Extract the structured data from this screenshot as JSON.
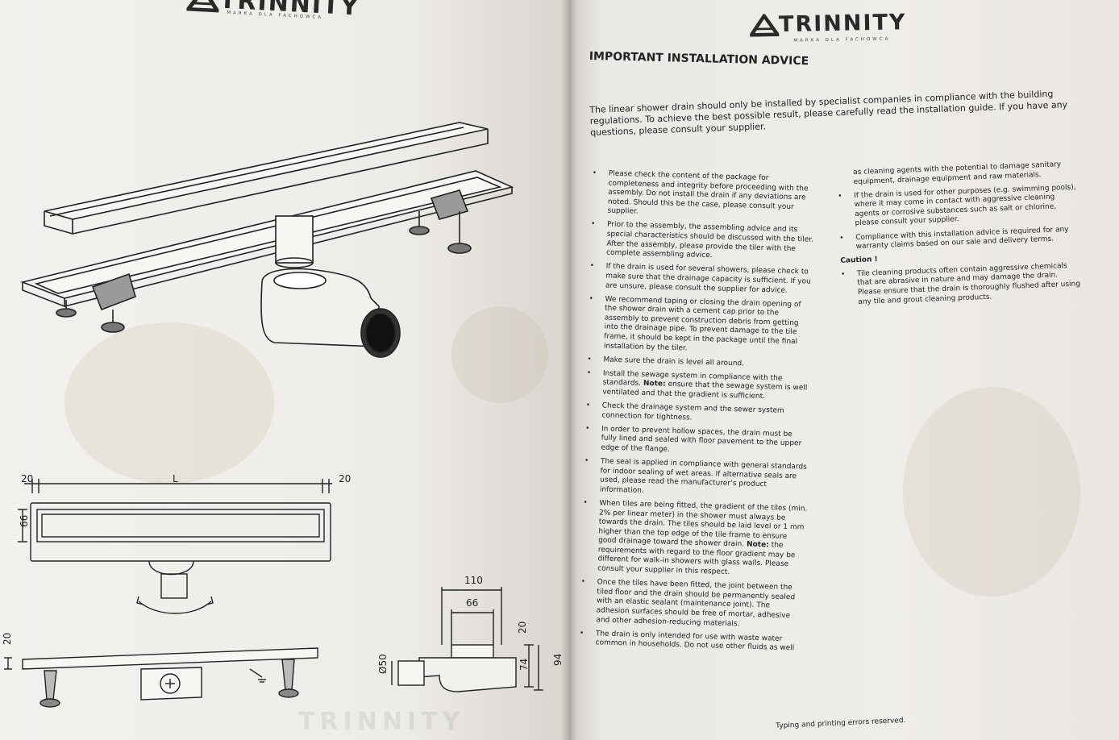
{
  "brand": {
    "name": "TRINNITY",
    "tagline": "MARKA DLA FACHOWCA"
  },
  "title": "IMPORTANT INSTALLATION ADVICE",
  "intro": "The linear shower drain should only be installed by specialist companies in compliance with the building regulations. To achieve the best possible result, please carefully read the installation guide. If you have any questions, please consult your supplier.",
  "column1": [
    {
      "text": "Please check the content of the package for completeness and integrity before proceeding with the assembly. Do not install the drain if any deviations are noted. Should this be the case, please consult your supplier."
    },
    {
      "text": "Prior to the assembly, the assembling advice and its special characteristics should be discussed with the tiler. After the assembly, please provide the tiler with the complete assembling advice."
    },
    {
      "text": "If the drain is used for several showers, please check to make sure that the drainage capacity is sufficient. If you are unsure, please consult the supplier for advice."
    },
    {
      "text": "We recommend taping or closing the drain opening of the shower drain with a cement cap prior to the assembly to prevent construction debris from getting into the drainage pipe. To prevent damage to the tile frame, it should be kept in the package until the final installation by the tiler."
    },
    {
      "text": "Make sure the drain is level all around."
    },
    {
      "text": "Install the sewage system in compliance with the standards.",
      "note_label": "Note:",
      "note": "ensure that the sewage system is well ventilated and that the gradient is sufficient."
    },
    {
      "text": "Check the drainage system and the sewer system connection for tightness."
    },
    {
      "text": "In order to prevent hollow spaces, the drain must be fully lined and sealed with floor pavement to the upper edge of the flange."
    },
    {
      "text": "The seal is applied in compliance with general standards for indoor sealing of wet areas. If alternative seals are used, please read the manufacturer’s product information."
    },
    {
      "text": "When tiles are being fitted, the gradient of the tiles (min. 2% per linear meter) in the shower must always be towards the drain. The tiles should be laid level or 1 mm higher than the top edge of the tile frame to ensure good drainage toward the shower drain.",
      "note_label": "Note:",
      "note": "the requirements with regard to the floor gradient may be different for walk-in showers with glass walls. Please consult your supplier in this respect."
    },
    {
      "text": "Once the tiles have been fitted, the joint between the tiled floor and the drain should be permanently sealed with an elastic sealant (maintenance joint). The adhesion surfaces should be free of mortar, adhesive and other adhesion-reducing materials."
    },
    {
      "text": "The drain is only intended for use with waste water common in households. Do not use other fluids as well"
    }
  ],
  "column2": {
    "continuation": "as cleaning agents with the potential to damage sanitary equipment, drainage equipment and raw materials.",
    "items": [
      {
        "text": "If the drain is used for other purposes (e.g. swimming pools), where it may come in contact with aggressive cleaning agents or corrosive substances such as salt or chlorine, please consult your supplier."
      },
      {
        "text": "Compliance with this installation advice is required for any warranty claims based on our sale and delivery terms."
      }
    ],
    "caution_label": "Caution !",
    "caution_items": [
      {
        "text": "Tile cleaning products often contain aggressive chemicals that are abrasive in nature and may damage the drain. Please ensure that the drain is thoroughly flushed after using any tile and grout cleaning products."
      }
    ]
  },
  "footer": "Typing and printing errors reserved.",
  "dimensions": {
    "left_margin": "20",
    "length": "L",
    "right_margin": "20",
    "height": "66",
    "flange_height": "20",
    "outlet_total": "110",
    "outlet_inner": "66",
    "outlet_top": "20",
    "outlet_mid": "74",
    "outlet_full": "94",
    "pipe_diameter": "Ø50"
  },
  "colors": {
    "paper": "#eeece8",
    "ink": "#222222",
    "fold_shadow": "#bdb9b2"
  }
}
